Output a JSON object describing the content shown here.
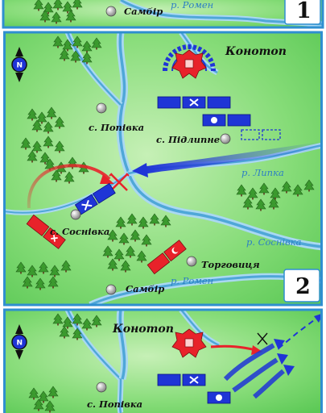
{
  "panels": [
    {
      "number": "1",
      "labels": {
        "sambir": "Самбір",
        "romen": "р. Ромен"
      }
    },
    {
      "number": "2",
      "labels": {
        "konotop": "Конотоп",
        "popivka": "с. Попівка",
        "pidlypne": "с. Підлипне",
        "lypka": "р. Липка",
        "sosnivka_village": "с. Соснівка",
        "sosnivka_river": "р. Соснівка",
        "torhovytsia": "Торговиця",
        "sambir": "Самбір",
        "romen": "р. Ромен"
      }
    },
    {
      "number": "",
      "labels": {
        "konotop": "Конотоп",
        "popivka": "с. Попівка"
      }
    }
  ],
  "compass": {
    "letter": "N"
  },
  "colors": {
    "land": "#6fd26a",
    "land_light": "#b9ecaa",
    "river": "#4fa7d8",
    "river_light": "#a9d8f2",
    "frame": "#2f8fd0",
    "army_blue": "#1f35d6",
    "army_red": "#e8222a",
    "forest": "#3f9b2f"
  }
}
